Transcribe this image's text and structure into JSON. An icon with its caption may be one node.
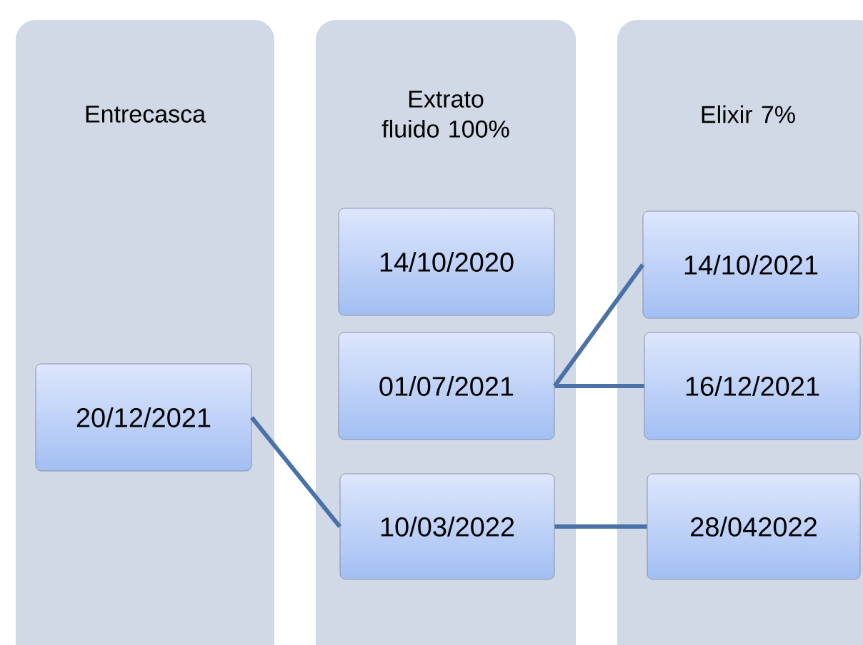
{
  "diagram": {
    "nodes": [
      {
        "text": [
          "Entrecasca"
        ]
      },
      {
        "text": [
          "Extrato fluido 100%"
        ]
      },
      {
        "text": [
          "Elixir 7%"
        ]
      },
      {
        "text": [
          "20/12/2021"
        ],
        "in": 0
      },
      {
        "text": [
          "14/10/2020"
        ],
        "in": 1
      },
      {
        "text": [
          "01/07/2021"
        ],
        "in": 1
      },
      {
        "text": [
          "10/03/2022"
        ],
        "in": 1
      },
      {
        "text": [
          "14/10/2021"
        ],
        "in": 2
      },
      {
        "text": [
          "16/12/2021"
        ],
        "in": 2
      },
      {
        "text": [
          "28/042022"
        ],
        "in": 2
      }
    ],
    "edges": [
      {
        "from": 3,
        "to": 6,
        "arrow": "none"
      },
      {
        "from": 5,
        "to": 7,
        "arrow": "none"
      },
      {
        "from": 5,
        "to": 8,
        "arrow": "none"
      },
      {
        "from": 6,
        "to": 9,
        "arrow": "none"
      }
    ]
  }
}
